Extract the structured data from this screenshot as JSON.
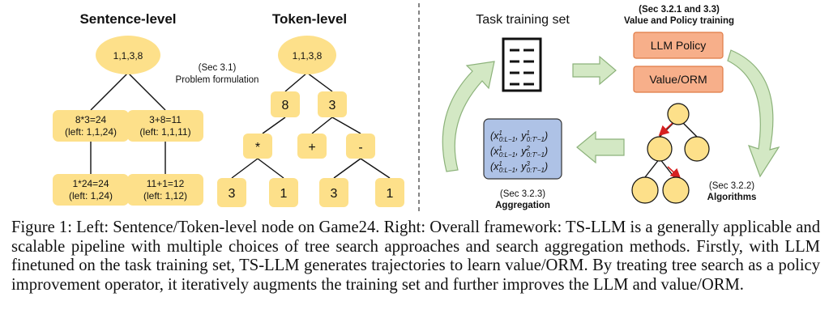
{
  "left": {
    "sentence_title": "Sentence-level",
    "token_title": "Token-level",
    "sec31_ref": "(Sec 3.1)",
    "sec31_label": "Problem formulation",
    "sentence_tree": {
      "root": "1,1,3,8",
      "mid_left": [
        "8*3=24",
        "(left: 1,1,24)"
      ],
      "mid_right": [
        "3+8=11",
        "(left: 1,1,11)"
      ],
      "leaf_left": [
        "1*24=24",
        "(left: 1,24)"
      ],
      "leaf_right": [
        "11+1=12",
        "(left: 1,12)"
      ]
    },
    "token_tree": {
      "root": "1,1,3,8",
      "level1": [
        "8",
        "3"
      ],
      "level2": [
        "*",
        "+",
        "-"
      ],
      "level3": [
        "3",
        "1",
        "3",
        "1"
      ]
    }
  },
  "right": {
    "task_training_set": "Task training set",
    "sec321_ref": "(Sec 3.2.1 and 3.3)",
    "sec321_label": "Value and Policy training",
    "llm_policy": "LLM Policy",
    "value_orm": "Value/ORM",
    "sec322_ref": "(Sec 3.2.2)",
    "sec322_label": "Algorithms",
    "sec323_ref": "(Sec 3.2.3)",
    "sec323_label": "Aggregation",
    "aggregation_rows": [
      {
        "x": "x",
        "xsup": "1",
        "xsub": "0:L−1",
        "y": "y",
        "ysup": "1",
        "ysub": "0:T′−1"
      },
      {
        "x": "x",
        "xsup": "1",
        "xsub": "0:L−1",
        "y": "y",
        "ysup": "2",
        "ysub": "0:T′−1"
      },
      {
        "x": "x",
        "xsup": "1",
        "xsub": "0:L−1",
        "y": "y",
        "ysup": "3",
        "ysub": "0:T′−1"
      }
    ]
  },
  "caption": "Figure 1: Left: Sentence/Token-level node on Game24. Right: Overall framework: TS-LLM is a generally applicable and scalable pipeline with multiple choices of tree search approaches and search aggregation methods. Firstly, with LLM finetuned on the task training set, TS-LLM generates trajectories to learn value/ORM. By treating tree search as a policy improvement operator, it iteratively augments the training set and further improves the LLM and value/ORM.",
  "colors": {
    "node_fill": "#FDE08A",
    "box_fill": "#F7AF8A",
    "box_stroke": "#E07A45",
    "agg_fill": "#AEC2E6",
    "arrow_fill": "#D3E8C4",
    "arrow_stroke": "#8CB27A",
    "red_arrow": "#D62020"
  }
}
